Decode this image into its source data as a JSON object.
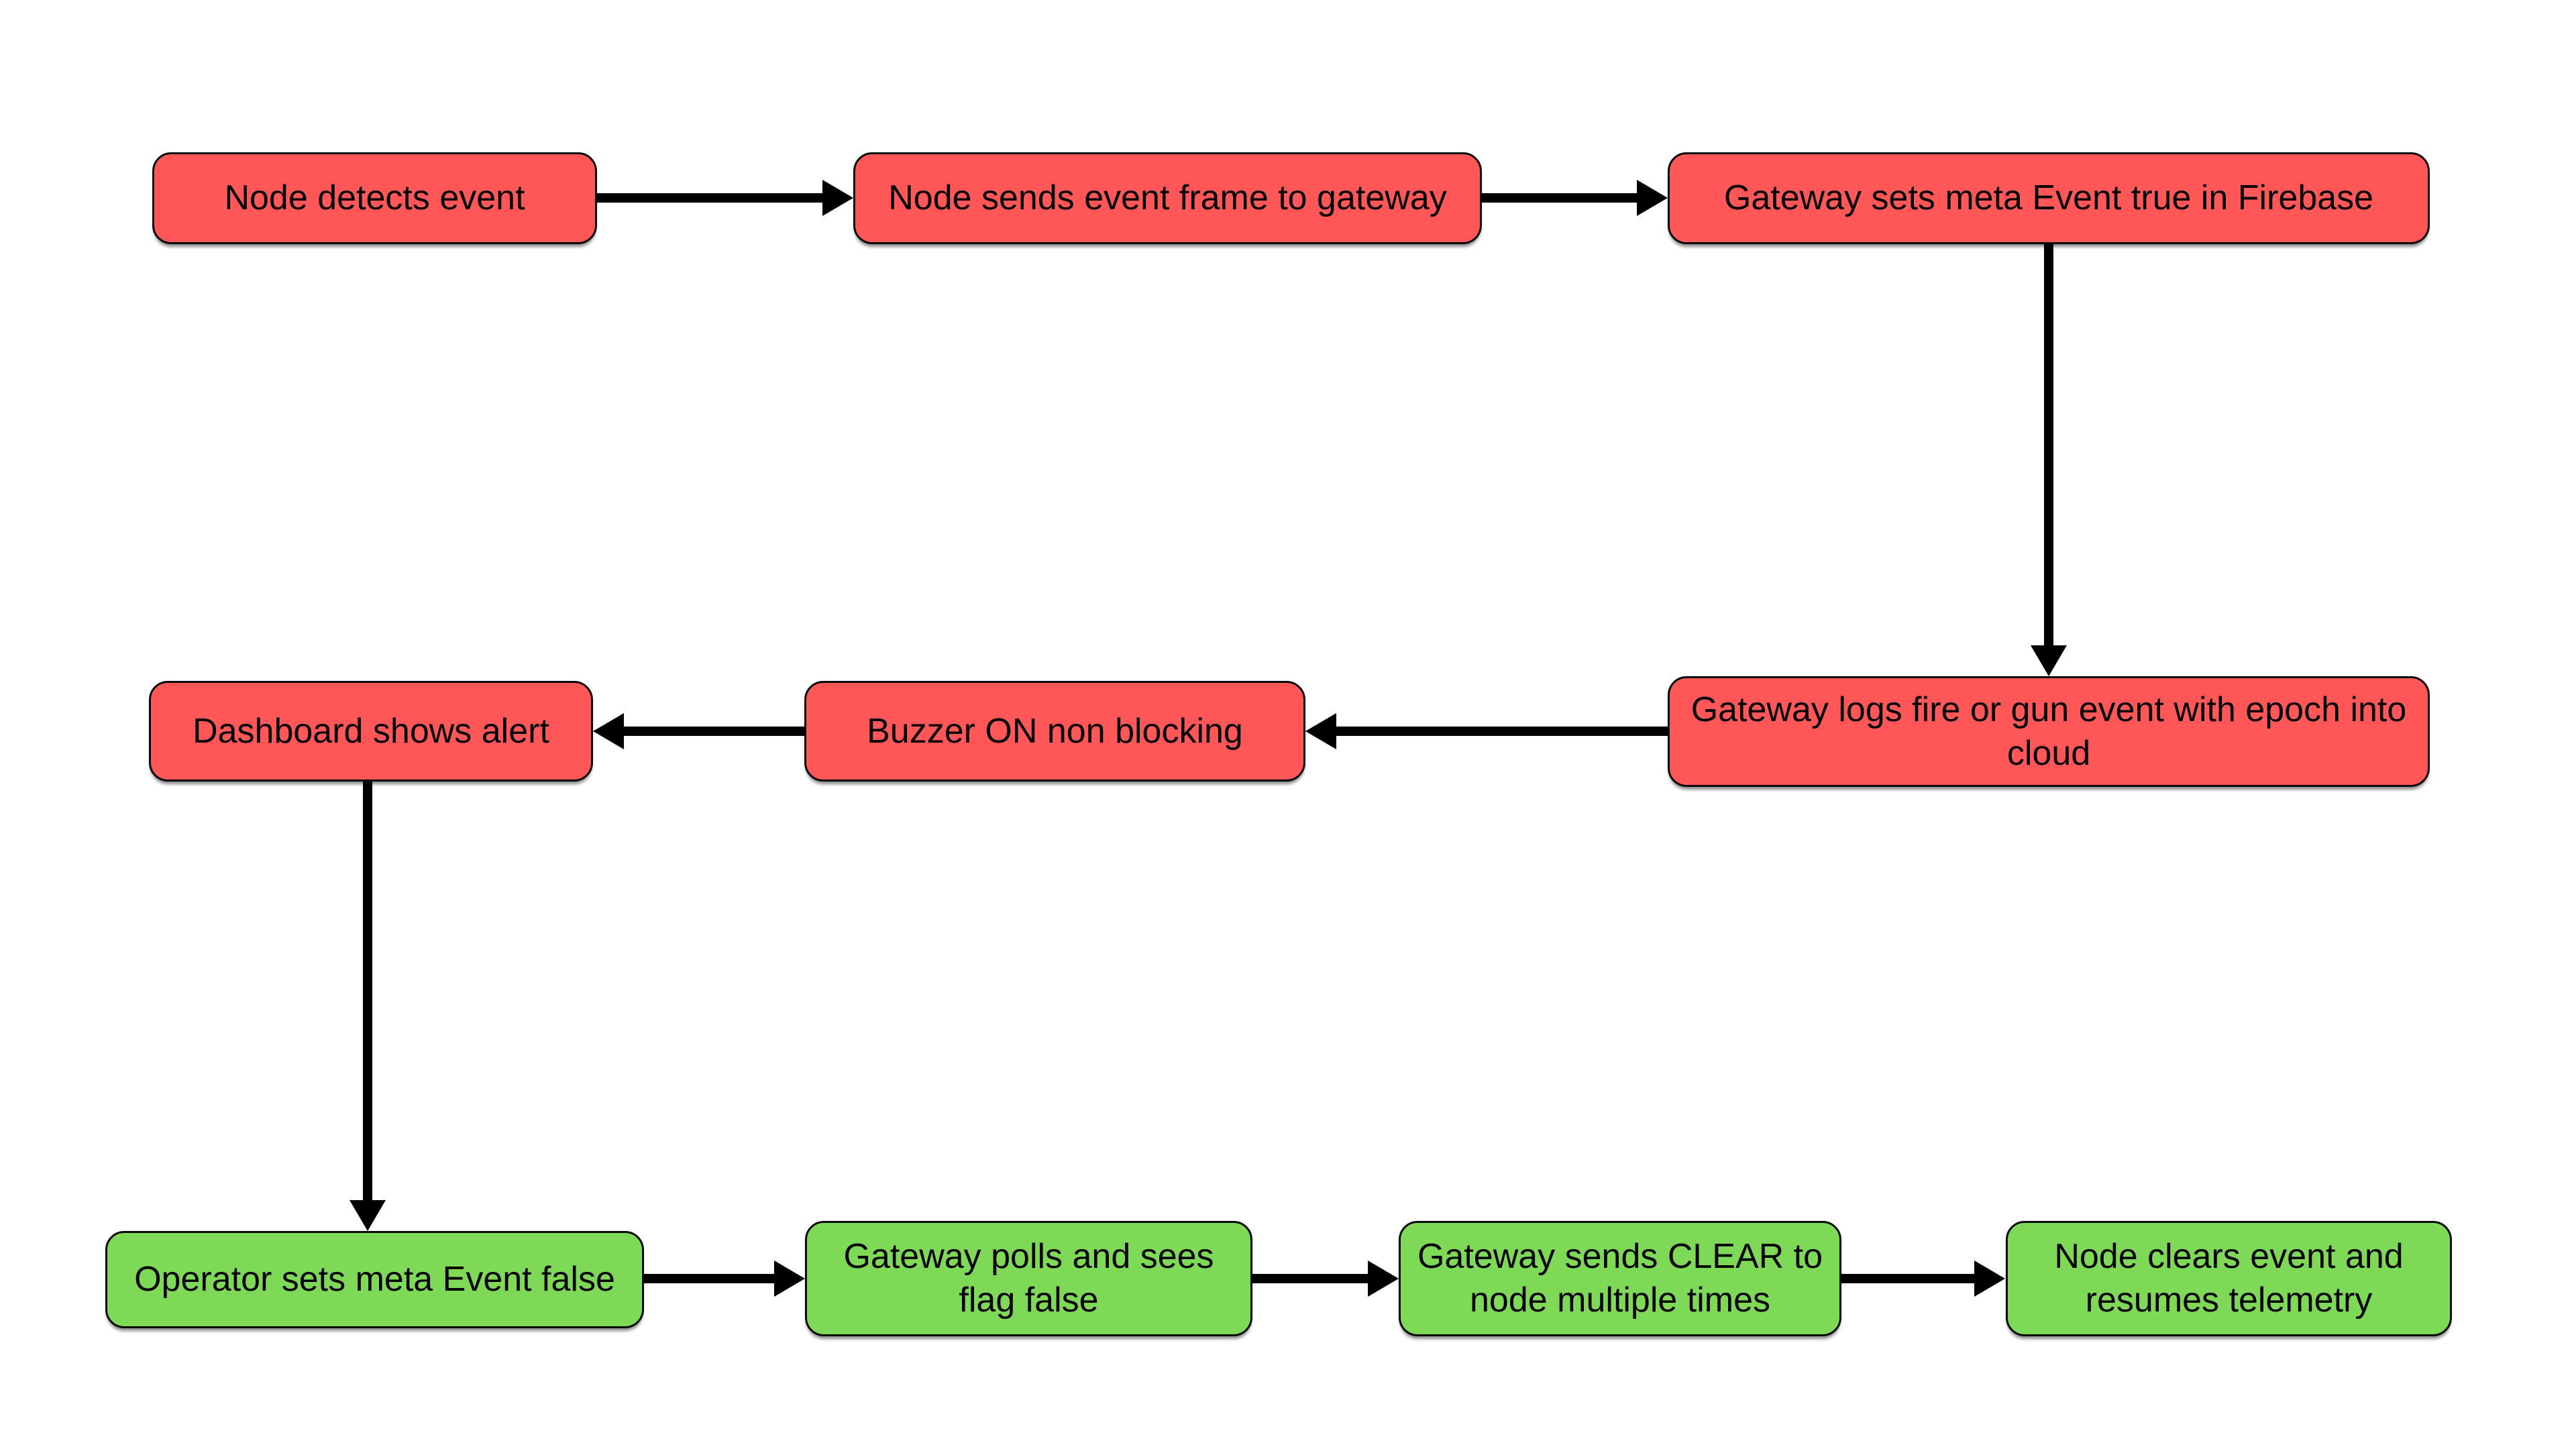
{
  "diagram": {
    "type": "flowchart",
    "colors": {
      "alert": "#FF5757",
      "clear": "#7ED957",
      "line": "#000000",
      "text": "#000000",
      "background": "#FFFFFF"
    },
    "nodes": [
      {
        "id": "node-detects-event",
        "label": "Node detects event",
        "state": "alert"
      },
      {
        "id": "node-sends-event-frame",
        "label": "Node sends event frame to gateway",
        "state": "alert"
      },
      {
        "id": "gateway-sets-meta-event-true",
        "label": "Gateway sets meta Event true in Firebase",
        "state": "alert"
      },
      {
        "id": "gateway-logs-event",
        "label": "Gateway logs fire or gun event with epoch into cloud",
        "state": "alert"
      },
      {
        "id": "buzzer-on",
        "label": "Buzzer ON non blocking",
        "state": "alert"
      },
      {
        "id": "dashboard-shows-alert",
        "label": "Dashboard shows alert",
        "state": "alert"
      },
      {
        "id": "operator-sets-meta-event-false",
        "label": "Operator sets meta Event false",
        "state": "clear"
      },
      {
        "id": "gateway-polls-flag-false",
        "label": "Gateway polls and sees flag false",
        "state": "clear"
      },
      {
        "id": "gateway-sends-clear",
        "label": "Gateway sends CLEAR to node multiple times",
        "state": "clear"
      },
      {
        "id": "node-clears-event",
        "label": "Node clears event and resumes telemetry",
        "state": "clear"
      }
    ],
    "edges": [
      {
        "from": "node-detects-event",
        "to": "node-sends-event-frame",
        "direction": "right"
      },
      {
        "from": "node-sends-event-frame",
        "to": "gateway-sets-meta-event-true",
        "direction": "right"
      },
      {
        "from": "gateway-sets-meta-event-true",
        "to": "gateway-logs-event",
        "direction": "down"
      },
      {
        "from": "gateway-logs-event",
        "to": "buzzer-on",
        "direction": "left"
      },
      {
        "from": "buzzer-on",
        "to": "dashboard-shows-alert",
        "direction": "left"
      },
      {
        "from": "dashboard-shows-alert",
        "to": "operator-sets-meta-event-false",
        "direction": "down"
      },
      {
        "from": "operator-sets-meta-event-false",
        "to": "gateway-polls-flag-false",
        "direction": "right"
      },
      {
        "from": "gateway-polls-flag-false",
        "to": "gateway-sends-clear",
        "direction": "right"
      },
      {
        "from": "gateway-sends-clear",
        "to": "node-clears-event",
        "direction": "right"
      }
    ]
  }
}
